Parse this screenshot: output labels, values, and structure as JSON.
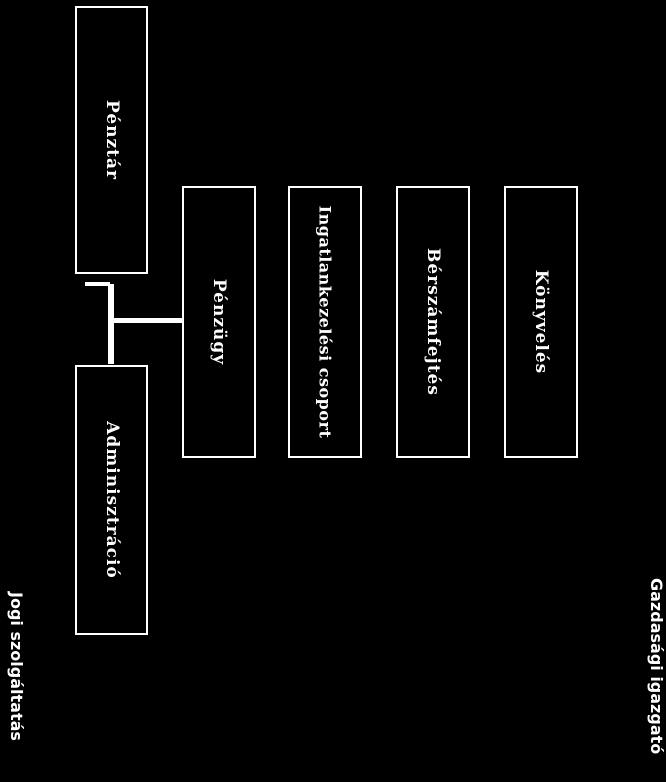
{
  "diagram": {
    "boxes": {
      "penztar": "Pénztár",
      "adminisztracio": "Adminisztráció",
      "penzugy": "Pénzügy",
      "ingatlan": "Ingatlankezelési csoport",
      "berszamfejtes": "Bérszámfejtés",
      "konyveles": "Könyvelés"
    },
    "side_labels": {
      "jogi": "Jogi szolgáltatás",
      "gazdasagi": "Gazdasági igazgató"
    }
  }
}
